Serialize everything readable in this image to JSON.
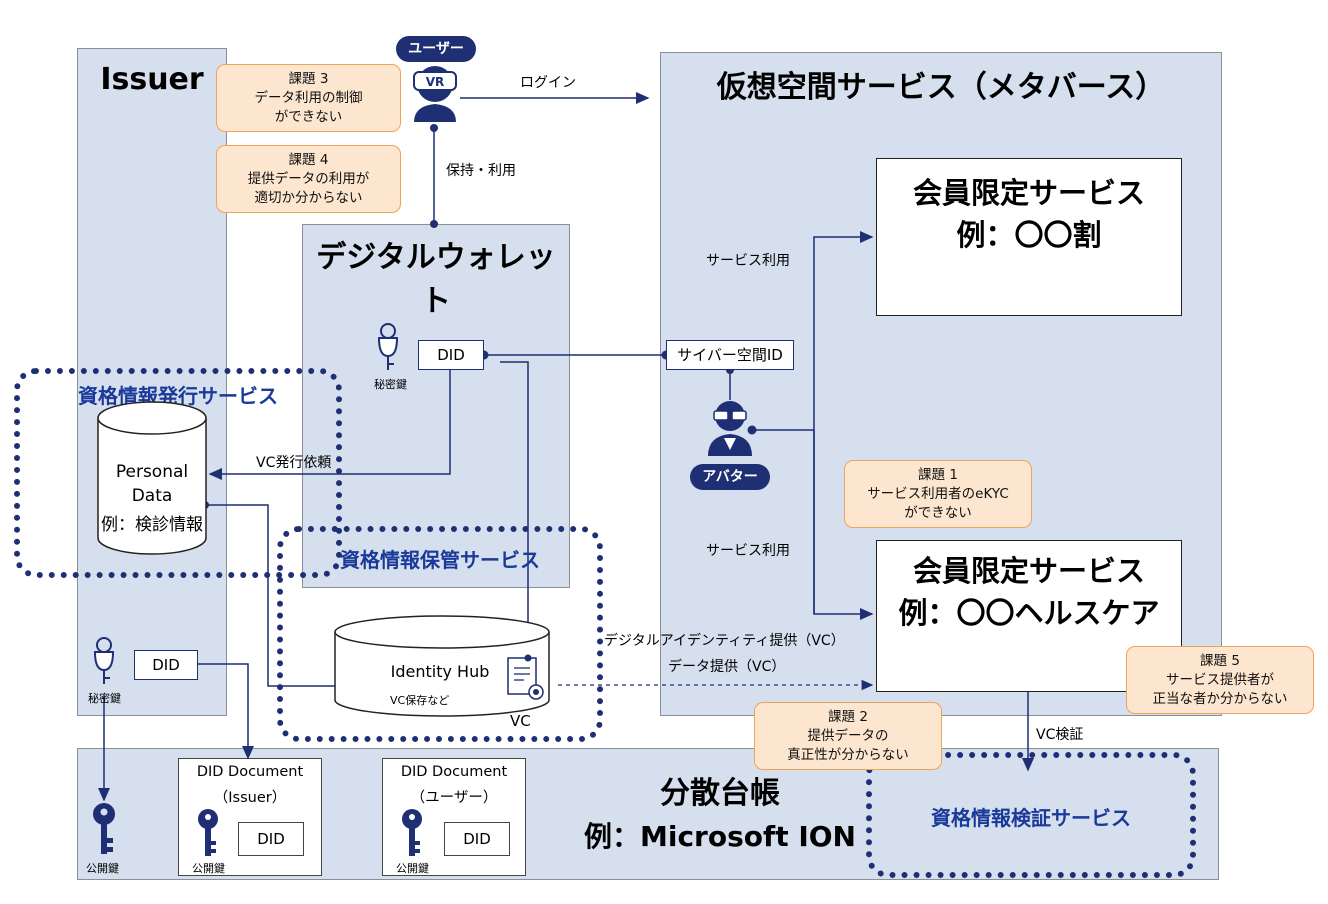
{
  "issuer": {
    "title": "Issuer",
    "private_key_label": "秘密鍵",
    "did_label": "DID"
  },
  "user": {
    "badge": "ユーザー",
    "vr_text": "VR"
  },
  "links": {
    "login": "ログイン",
    "hold_use": "保持・利用",
    "service_use_1": "サービス利用",
    "service_use_2": "サービス利用",
    "vc_issue_request": "VC発行依頼",
    "digital_identity": "デジタルアイデンティティ提供（VC）",
    "data_provision": "データ提供（VC）",
    "vc_verify": "VC検証"
  },
  "wallet": {
    "title": "デジタルウォレット",
    "did_label": "DID",
    "private_key_label": "秘密鍵"
  },
  "metaverse": {
    "title": "仮想空間サービス（メタバース）",
    "cyber_id": "サイバー空間ID",
    "avatar_badge": "アバター",
    "service1": {
      "line1": "会員限定サービス",
      "line2": "例：〇〇割"
    },
    "service2": {
      "line1": "会員限定サービス",
      "line2": "例：〇〇ヘルスケア"
    }
  },
  "issues": [
    {
      "title": "課題 1",
      "line1": "サービス利用者のeKYC",
      "line2": "ができない"
    },
    {
      "title": "課題 2",
      "line1": "提供データの",
      "line2": "真正性が分からない"
    },
    {
      "title": "課題 3",
      "line1": "データ利用の制御",
      "line2": "ができない"
    },
    {
      "title": "課題 4",
      "line1": "提供データの利用が",
      "line2": "適切か分からない"
    },
    {
      "title": "課題 5",
      "line1": "サービス提供者が",
      "line2": "正当な者か分からない"
    }
  ],
  "services": {
    "issuance": "資格情報発行サービス",
    "storage": "資格情報保管サービス",
    "verification": "資格情報検証サービス"
  },
  "personal_data": {
    "line1": "Personal",
    "line2": "Data",
    "line3": "例：検診情報"
  },
  "identity_hub": {
    "title": "Identity Hub",
    "subtitle": "VC保存など",
    "vc_label": "VC"
  },
  "ledger": {
    "title": "分散台帳",
    "subtitle": "例：Microsoft ION",
    "public_key_label": "公開鍵",
    "doc_issuer": {
      "title": "DID Document",
      "subtitle": "（Issuer）",
      "did": "DID",
      "key_label": "公開鍵"
    },
    "doc_user": {
      "title": "DID Document",
      "subtitle": "（ユーザー）",
      "did": "DID",
      "key_label": "公開鍵"
    }
  },
  "colors": {
    "navy": "#1e2f74",
    "panel": "#d6dfee",
    "issue_fill": "#fde6cf",
    "issue_border": "#f0a35a",
    "service_text": "#1a3a9a"
  }
}
